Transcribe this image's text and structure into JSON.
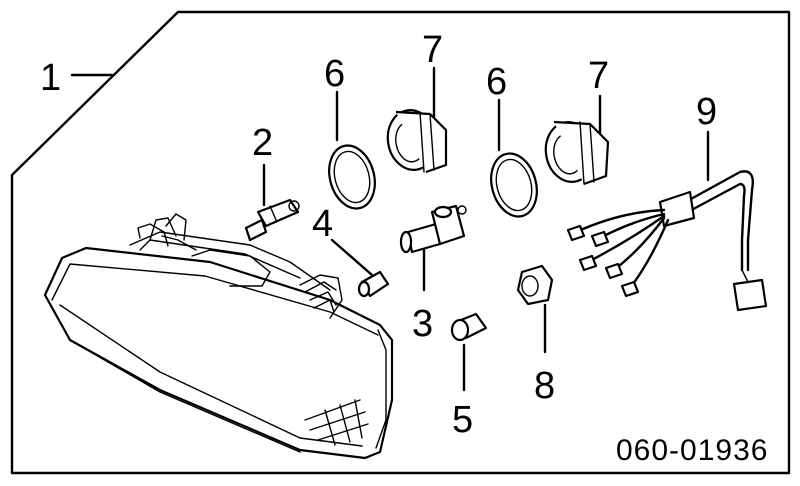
{
  "callouts": {
    "c1": "1",
    "c2": "2",
    "c3": "3",
    "c4": "4",
    "c5": "5",
    "c6a": "6",
    "c6b": "6",
    "c7a": "7",
    "c7b": "7",
    "c8": "8",
    "c9": "9"
  },
  "diagram_code": "060-01936"
}
